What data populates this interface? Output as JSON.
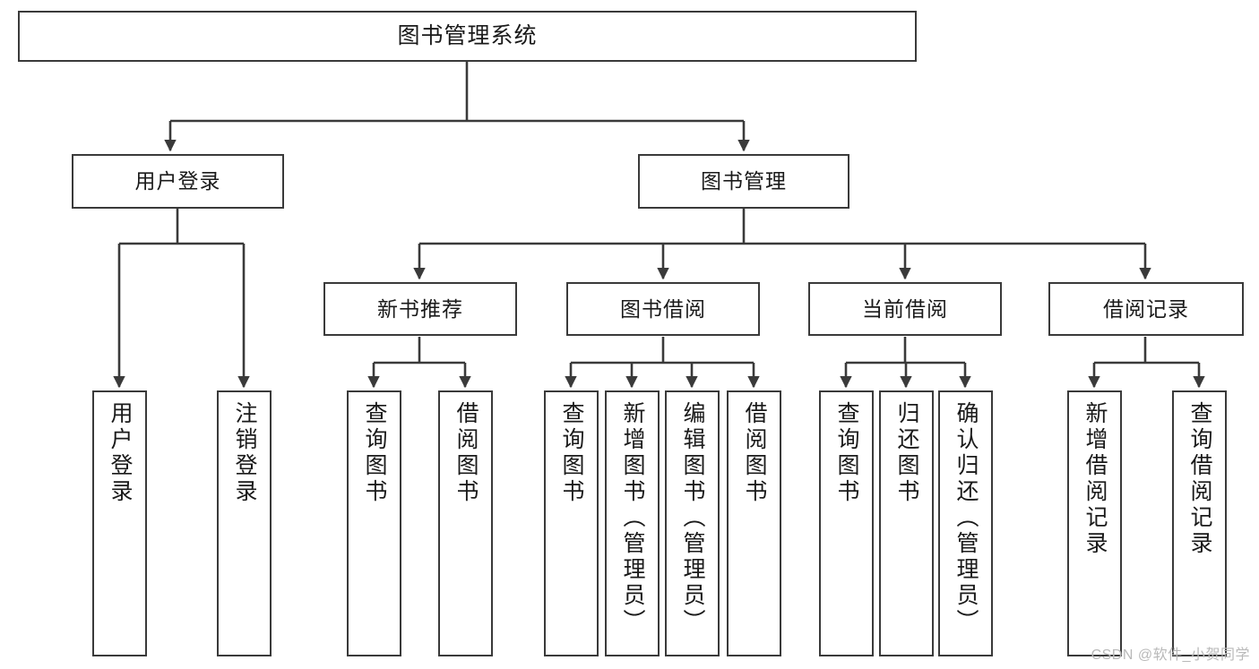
{
  "diagram": {
    "type": "tree-hierarchy",
    "title": "图书管理系统",
    "root": {
      "id": "root",
      "label": "图书管理系统"
    },
    "level1": [
      {
        "id": "user-login",
        "label": "用户登录"
      },
      {
        "id": "book-management",
        "label": "图书管理"
      }
    ],
    "level2": [
      {
        "id": "new-book-recommend",
        "label": "新书推荐",
        "parent": "book-management"
      },
      {
        "id": "book-borrow",
        "label": "图书借阅",
        "parent": "book-management"
      },
      {
        "id": "current-borrow",
        "label": "当前借阅",
        "parent": "book-management"
      },
      {
        "id": "borrow-record",
        "label": "借阅记录",
        "parent": "book-management"
      }
    ],
    "leaves": [
      {
        "id": "leaf-user-login",
        "label": "用户登录",
        "parent": "user-login"
      },
      {
        "id": "leaf-logout-login",
        "label": "注销登录",
        "parent": "user-login"
      },
      {
        "id": "leaf-query-book-1",
        "label": "查询图书",
        "parent": "new-book-recommend"
      },
      {
        "id": "leaf-borrow-book-1",
        "label": "借阅图书",
        "parent": "new-book-recommend"
      },
      {
        "id": "leaf-query-book-2",
        "label": "查询图书",
        "parent": "book-borrow"
      },
      {
        "id": "leaf-add-book",
        "label": "新增图书（管理员）",
        "parent": "book-borrow"
      },
      {
        "id": "leaf-edit-book",
        "label": "编辑图书（管理员）",
        "parent": "book-borrow"
      },
      {
        "id": "leaf-borrow-book-2",
        "label": "借阅图书",
        "parent": "book-borrow"
      },
      {
        "id": "leaf-query-book-3",
        "label": "查询图书",
        "parent": "current-borrow"
      },
      {
        "id": "leaf-return-book",
        "label": "归还图书",
        "parent": "current-borrow"
      },
      {
        "id": "leaf-confirm-return",
        "label": "确认归还（管理员）",
        "parent": "current-borrow"
      },
      {
        "id": "leaf-add-record",
        "label": "新增借阅记录",
        "parent": "borrow-record"
      },
      {
        "id": "leaf-query-record",
        "label": "查询借阅记录",
        "parent": "borrow-record"
      }
    ],
    "colors": {
      "stroke": "#3a3a3a",
      "fill": "#ffffff",
      "text": "#1a1a1a",
      "watermark": "#b9b9b9"
    }
  },
  "watermark": {
    "text": "CSDN @软件_小贺同学"
  }
}
